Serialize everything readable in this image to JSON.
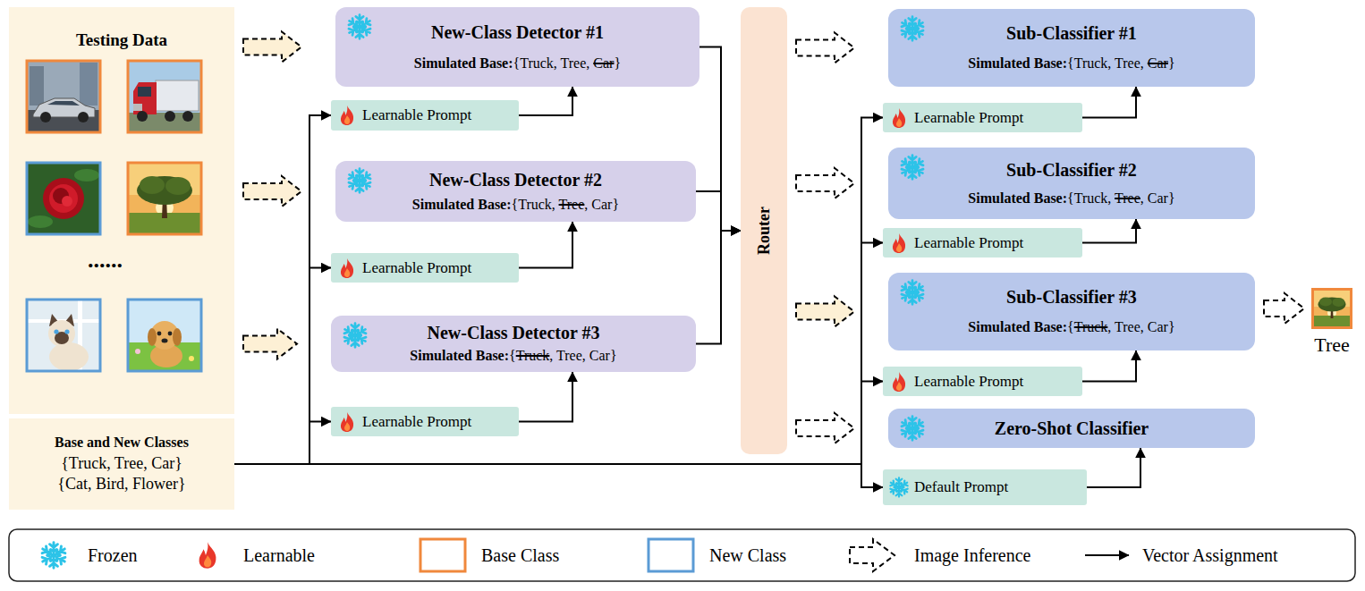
{
  "diagram": {
    "nodes": [
      {
        "text": [
          "Testing Data"
        ]
      },
      {
        "text": [
          "Base and New Classes",
          "{Truck, Tree, Car}",
          "{Cat, Bird, Flower}"
        ]
      },
      {
        "text": [
          "New-Class Detector #1",
          "Simulated Base:{Truck, Tree, Car}"
        ]
      },
      {
        "text": [
          "Learnable Prompt"
        ]
      },
      {
        "text": [
          "New-Class Detector #2",
          "Simulated Base:{Truck, Tree, Car}"
        ]
      },
      {
        "text": [
          "Learnable Prompt"
        ]
      },
      {
        "text": [
          "New-Class Detector #3",
          "Simulated Base:{Truck, Tree, Car}"
        ]
      },
      {
        "text": [
          "Learnable Prompt"
        ]
      },
      {
        "text": [
          "Router"
        ]
      },
      {
        "text": [
          "Sub-Classifier #1",
          "Simulated Base:{Truck, Tree, Car}"
        ]
      },
      {
        "text": [
          "Learnable Prompt"
        ]
      },
      {
        "text": [
          "Sub-Classifier #2",
          "Simulated Base:{Truck, Tree, Car}"
        ]
      },
      {
        "text": [
          "Learnable Prompt"
        ]
      },
      {
        "text": [
          "Sub-Classifier #3",
          "Simulated Base:{Truck, Tree, Car}"
        ]
      },
      {
        "text": [
          "Learnable Prompt"
        ]
      },
      {
        "text": [
          "Zero-Shot Classifier"
        ]
      },
      {
        "text": [
          "Default Prompt"
        ]
      },
      {
        "text": [
          "Tree"
        ]
      }
    ],
    "edges": [
      {
        "from": 0,
        "to": 2,
        "arrow": "to"
      },
      {
        "from": 0,
        "to": 4,
        "arrow": "to"
      },
      {
        "from": 0,
        "to": 6,
        "arrow": "to"
      },
      {
        "from": 1,
        "to": 3,
        "arrow": "to"
      },
      {
        "from": 3,
        "to": 2,
        "arrow": "to"
      },
      {
        "from": 1,
        "to": 5,
        "arrow": "to"
      },
      {
        "from": 5,
        "to": 4,
        "arrow": "to"
      },
      {
        "from": 1,
        "to": 7,
        "arrow": "to"
      },
      {
        "from": 7,
        "to": 6,
        "arrow": "to"
      },
      {
        "from": 2,
        "to": 8,
        "arrow": "to"
      },
      {
        "from": 4,
        "to": 8,
        "arrow": "to"
      },
      {
        "from": 6,
        "to": 8,
        "arrow": "to"
      },
      {
        "from": 8,
        "to": 9,
        "arrow": "to"
      },
      {
        "from": 8,
        "to": 11,
        "arrow": "to"
      },
      {
        "from": 8,
        "to": 13,
        "arrow": "to"
      },
      {
        "from": 8,
        "to": 15,
        "arrow": "to"
      },
      {
        "from": 1,
        "to": 10,
        "arrow": "to"
      },
      {
        "from": 10,
        "to": 9,
        "arrow": "to"
      },
      {
        "from": 1,
        "to": 12,
        "arrow": "to"
      },
      {
        "from": 12,
        "to": 11,
        "arrow": "to"
      },
      {
        "from": 1,
        "to": 14,
        "arrow": "to"
      },
      {
        "from": 14,
        "to": 13,
        "arrow": "to"
      },
      {
        "from": 1,
        "to": 16,
        "arrow": "to"
      },
      {
        "from": 16,
        "to": 15,
        "arrow": "to"
      },
      {
        "from": 13,
        "to": 17,
        "arrow": "to"
      }
    ],
    "labels": [
      "......"
    ],
    "legend": [
      {
        "text": "Frozen"
      },
      {
        "text": "Learnable"
      },
      {
        "text": "Base Class"
      },
      {
        "text": "New Class"
      },
      {
        "text": "Image Inference"
      },
      {
        "text": "Vector Assignment"
      }
    ]
  }
}
